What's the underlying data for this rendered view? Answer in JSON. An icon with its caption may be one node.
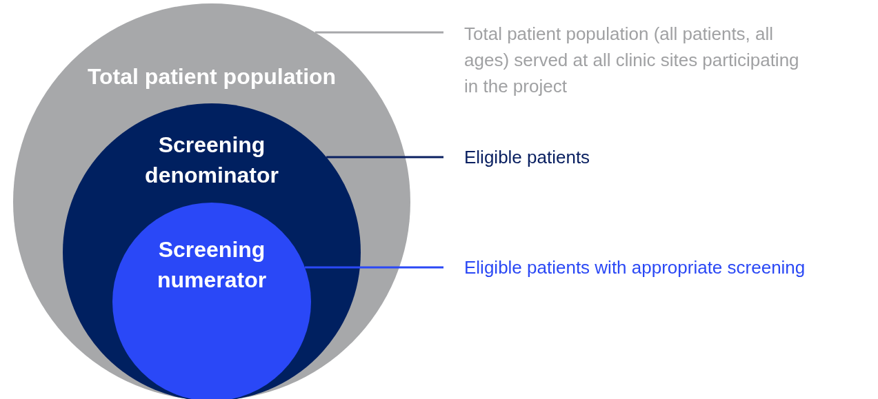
{
  "diagram": {
    "nodes": [
      {
        "text": [
          "Total patient population"
        ]
      },
      {
        "text": [
          "Screening denominator"
        ],
        "in": 0
      },
      {
        "text": [
          "Screening numerator"
        ],
        "in": 1
      },
      {
        "text": [
          "Total patient population (all patients, all ages) served at all clinic sites participating in the project"
        ]
      },
      {
        "text": [
          "Eligible patients"
        ]
      },
      {
        "text": [
          "Eligible patients with appropriate screening"
        ]
      }
    ],
    "edges": [
      {
        "from": 3,
        "to": 0,
        "arrow": "none",
        "color": "#a7a8aa"
      },
      {
        "from": 4,
        "to": 1,
        "arrow": "none",
        "color": "#0a2061"
      },
      {
        "from": 5,
        "to": 2,
        "arrow": "none",
        "color": "#2a48f5"
      }
    ]
  }
}
